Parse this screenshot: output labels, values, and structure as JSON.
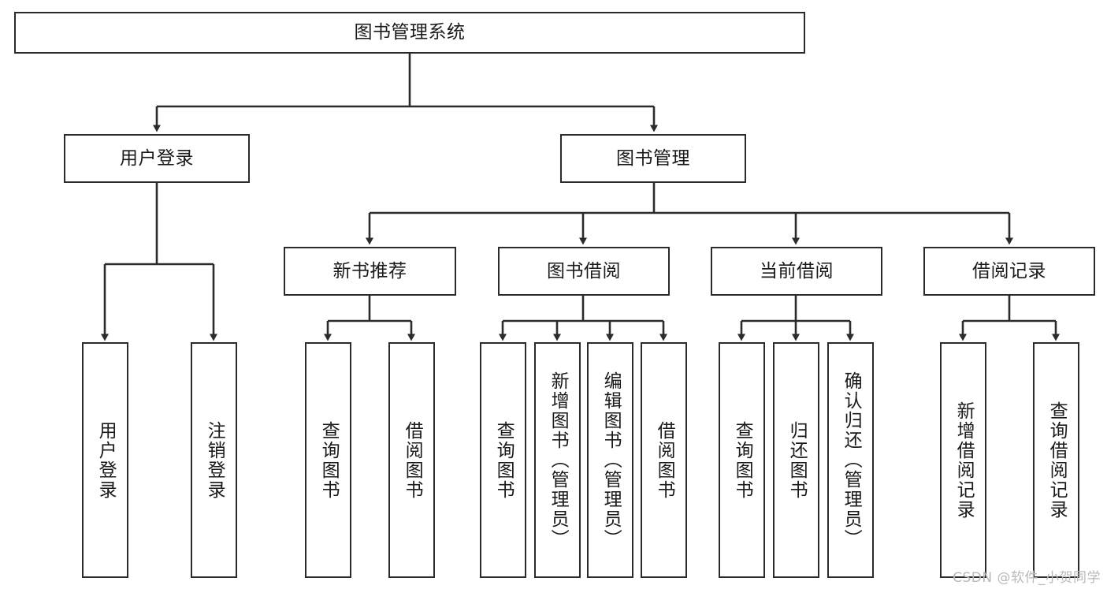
{
  "diagram": {
    "type": "tree-hierarchy",
    "title": "图书管理系统",
    "watermark": "CSDN @软件_小贺同学",
    "colors": {
      "stroke": "#2b2b2b",
      "fill": "#ffffff",
      "text": "#1a1a1a",
      "watermark": "#b9b9b9"
    },
    "nodes": {
      "root": {
        "label": "图书管理系统"
      },
      "level2": [
        {
          "id": "user-login",
          "label": "用户登录"
        },
        {
          "id": "book-manage",
          "label": "图书管理"
        }
      ],
      "level3": [
        {
          "id": "new-book-recommend",
          "label": "新书推荐"
        },
        {
          "id": "book-borrow",
          "label": "图书借阅"
        },
        {
          "id": "current-borrow",
          "label": "当前借阅"
        },
        {
          "id": "borrow-record",
          "label": "借阅记录"
        }
      ],
      "leaves": {
        "user-login": [
          {
            "id": "leaf-user-login",
            "label": "用户登录"
          },
          {
            "id": "leaf-logout",
            "label": "注销登录"
          }
        ],
        "new-book-recommend": [
          {
            "id": "leaf-query-book-1",
            "label": "查询图书"
          },
          {
            "id": "leaf-borrow-book-1",
            "label": "借阅图书"
          }
        ],
        "book-borrow": [
          {
            "id": "leaf-query-book-2",
            "label": "查询图书"
          },
          {
            "id": "leaf-add-book",
            "label": "新增图书（管理员）"
          },
          {
            "id": "leaf-edit-book",
            "label": "编辑图书（管理员）"
          },
          {
            "id": "leaf-borrow-book-2",
            "label": "借阅图书"
          }
        ],
        "current-borrow": [
          {
            "id": "leaf-query-book-3",
            "label": "查询图书"
          },
          {
            "id": "leaf-return-book",
            "label": "归还图书"
          },
          {
            "id": "leaf-confirm-return",
            "label": "确认归还（管理员）"
          }
        ],
        "borrow-record": [
          {
            "id": "leaf-add-record",
            "label": "新增借阅记录"
          },
          {
            "id": "leaf-query-record",
            "label": "查询借阅记录"
          }
        ]
      }
    }
  }
}
